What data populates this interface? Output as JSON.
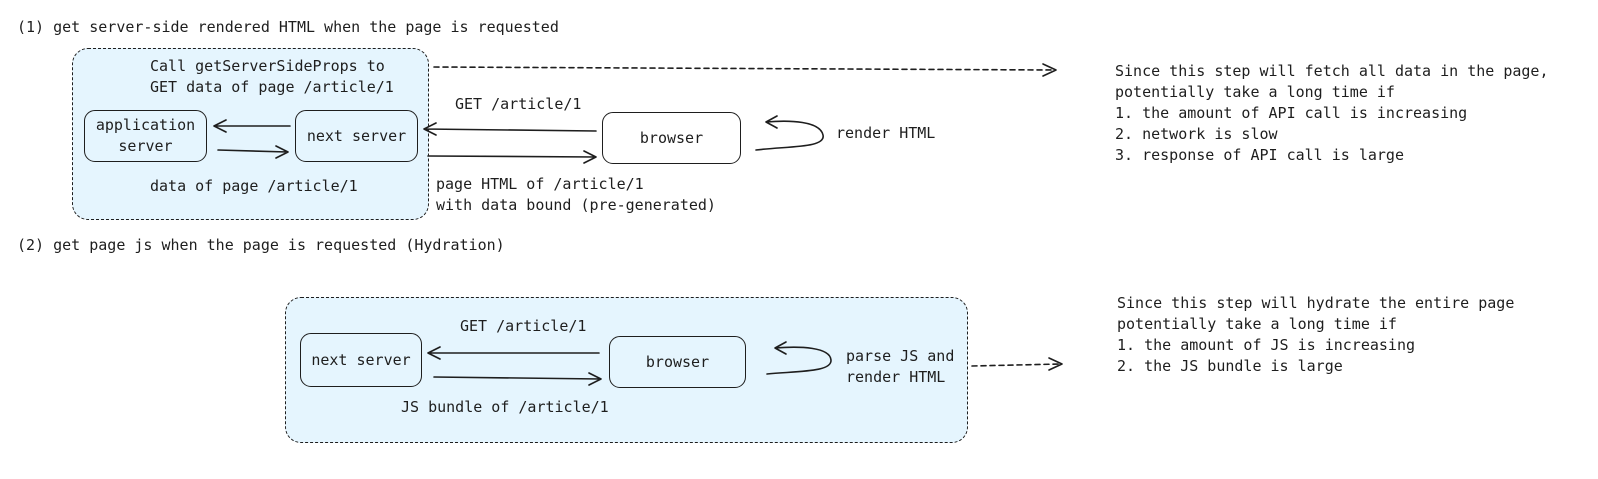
{
  "step1": {
    "title": "(1) get server-side rendered HTML when the page is requested",
    "region_note": [
      "Call getServerSideProps to",
      "GET data of page /article/1"
    ],
    "app_server_label": "application\nserver",
    "next_server_label": "next server",
    "browser_label": "browser",
    "data_label": "data of page /article/1",
    "request_label": "GET /article/1",
    "response_label": [
      "page HTML of /article/1",
      "with data bound (pre-generated)"
    ],
    "loop_label": "render HTML",
    "note": [
      "Since this step will fetch all data in the page,",
      "potentially take a long time if",
      "1. the amount of API call is increasing",
      "2. network is slow",
      "3. response of API call is large"
    ]
  },
  "step2": {
    "title": "(2) get page js when the page is requested (Hydration)",
    "next_server_label": "next server",
    "browser_label": "browser",
    "request_label": "GET /article/1",
    "response_label": "JS bundle of /article/1",
    "loop_label": [
      "parse JS and",
      "render HTML"
    ],
    "note": [
      "Since this step will hydrate the entire page",
      "potentially take a long time if",
      "1. the amount of JS is increasing",
      "2. the JS bundle is large"
    ]
  },
  "colors": {
    "region_fill": "#e5f5fe",
    "stroke": "#1e1e1e"
  }
}
